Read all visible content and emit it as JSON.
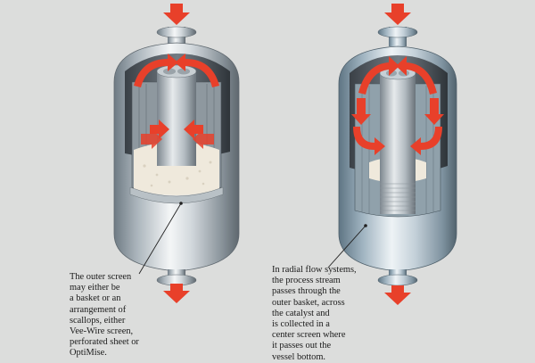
{
  "captions": {
    "outer_screen": {
      "lines": [
        "The outer screen",
        "may either be",
        "a basket or an",
        "arrangement of",
        "scallops, either",
        "Vee-Wire screen,",
        "perforated sheet or",
        "OptiMise."
      ]
    },
    "radial_flow": {
      "lines": [
        "In radial flow systems,",
        "the process stream",
        "passes through the",
        "outer basket, across",
        "the catalyst and",
        "is collected in a",
        "center screen where",
        "it passes out the",
        "vessel bottom."
      ]
    }
  },
  "colors": {
    "background": "#dcdddc",
    "flow_arrow": "#e8402a",
    "vessel_steel": "#b8c2c9",
    "catalyst": "#efe9dc",
    "leader_line": "#222222"
  },
  "icons": {
    "inlet": "down-arrow-icon",
    "outlet": "down-arrow-icon",
    "flow": "curved-arrow-icon"
  }
}
